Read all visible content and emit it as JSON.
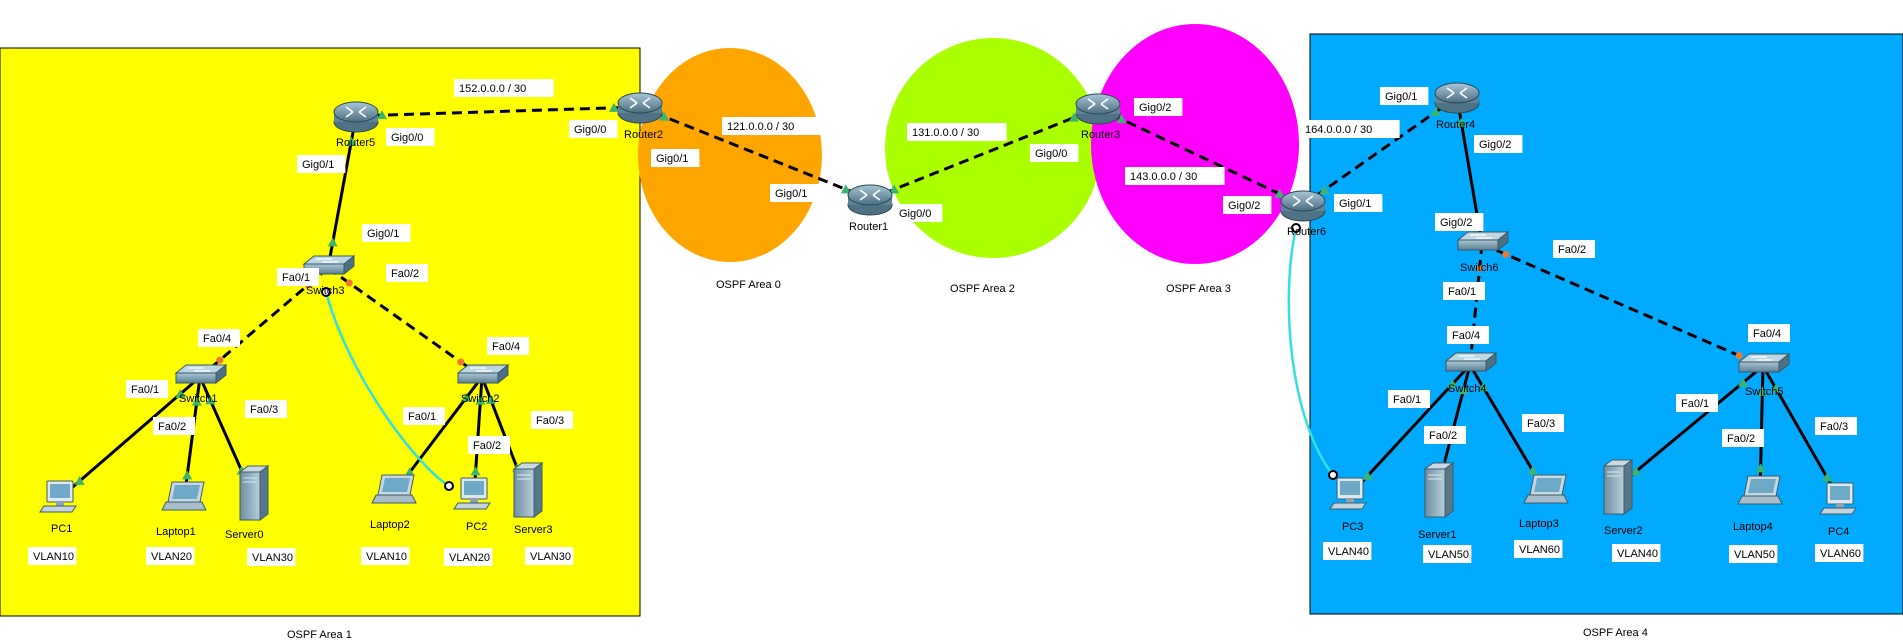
{
  "colors": {
    "area1": "#ffff00",
    "area0": "#ffa500",
    "area2": "#aaff00",
    "area3": "#ff00ff",
    "area4": "#00aaff",
    "trunk_link": "#000000",
    "console_link": "#33e0e0",
    "port_up": "#3cb371",
    "port_pending": "#ee7733"
  },
  "areas": {
    "area1": "OSPF Area 1",
    "area0": "OSPF Area 0",
    "area2": "OSPF Area 2",
    "area3": "OSPF Area 3",
    "area4": "OSPF Area 4"
  },
  "networks": {
    "r5_r2": "152.0.0.0 / 30",
    "r2_r1": "121.0.0.0 / 30",
    "r1_r3": "131.0.0.0 / 30",
    "r3_r6": "143.0.0.0 / 30",
    "r6_r4": "164.0.0.0 / 30"
  },
  "devices": {
    "router5": "Router5",
    "router2": "Router2",
    "router1": "Router1",
    "router3": "Router3",
    "router6": "Router6",
    "router4": "Router4",
    "switch3": "Switch3",
    "switch1": "Switch1",
    "switch2": "Switch2",
    "switch6": "Switch6",
    "switch4": "Switch4",
    "switch5": "Switch5",
    "pc1": "PC1",
    "laptop1": "Laptop1",
    "server0": "Server0",
    "laptop2": "Laptop2",
    "pc2": "PC2",
    "server3": "Server3",
    "pc3": "PC3",
    "server1": "Server1",
    "laptop3": "Laptop3",
    "server2": "Server2",
    "laptop4": "Laptop4",
    "pc4": "PC4"
  },
  "ports": {
    "r5_gig00": "Gig0/0",
    "r5_gig01": "Gig0/1",
    "r2_gig00": "Gig0/0",
    "r2_gig01": "Gig0/1",
    "r1_gig01": "Gig0/1",
    "r1_gig00": "Gig0/0",
    "r3_gig00": "Gig0/0",
    "r3_gig02": "Gig0/2",
    "r6_gig02": "Gig0/2",
    "r6_gig01": "Gig0/1",
    "r4_gig01": "Gig0/1",
    "r4_gig02": "Gig0/2",
    "sw3_gig01": "Gig0/1",
    "sw3_fa01": "Fa0/1",
    "sw3_fa02": "Fa0/2",
    "sw1_fa04": "Fa0/4",
    "sw1_fa01": "Fa0/1",
    "sw1_fa02": "Fa0/2",
    "sw1_fa03": "Fa0/3",
    "sw2_fa04": "Fa0/4",
    "sw2_fa01": "Fa0/1",
    "sw2_fa02": "Fa0/2",
    "sw2_fa03": "Fa0/3",
    "sw6_gig02": "Gig0/2",
    "sw6_fa01": "Fa0/1",
    "sw6_fa02": "Fa0/2",
    "sw4_fa04": "Fa0/4",
    "sw4_fa01": "Fa0/1",
    "sw4_fa02": "Fa0/2",
    "sw4_fa03": "Fa0/3",
    "sw5_fa04": "Fa0/4",
    "sw5_fa01": "Fa0/1",
    "sw5_fa02": "Fa0/2",
    "sw5_fa03": "Fa0/3"
  },
  "vlans": {
    "pc1": "VLAN10",
    "laptop1": "VLAN20",
    "server0": "VLAN30",
    "laptop2": "VLAN10",
    "pc2": "VLAN20",
    "server3": "VLAN30",
    "pc3": "VLAN40",
    "server1": "VLAN50",
    "laptop3": "VLAN60",
    "server2": "VLAN40",
    "laptop4": "VLAN50",
    "pc4": "VLAN60"
  }
}
